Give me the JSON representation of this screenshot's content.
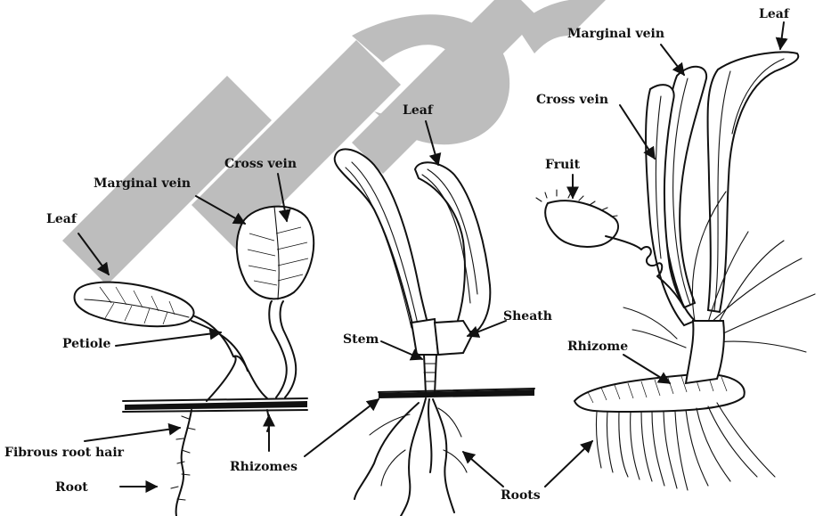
{
  "watermark": {
    "text": "PIC",
    "color": "#bdbdbd"
  },
  "colors": {
    "ink": "#111111",
    "background": "#ffffff"
  },
  "labels": {
    "plant1": {
      "leaf": "Leaf",
      "marginal_vein": "Marginal vein",
      "cross_vein": "Cross vein",
      "petiole": "Petiole",
      "fibrous_root_hair": "Fibrous root hair",
      "root": "Root",
      "rhizomes": "Rhizomes"
    },
    "plant2": {
      "leaf": "Leaf",
      "sheath": "Sheath",
      "stem": "Stem",
      "roots": "Roots"
    },
    "plant3": {
      "leaf": "Leaf",
      "marginal_vein": "Marginal vein",
      "cross_vein": "Cross vein",
      "fruit": "Fruit",
      "rhizome": "Rhizome"
    }
  }
}
